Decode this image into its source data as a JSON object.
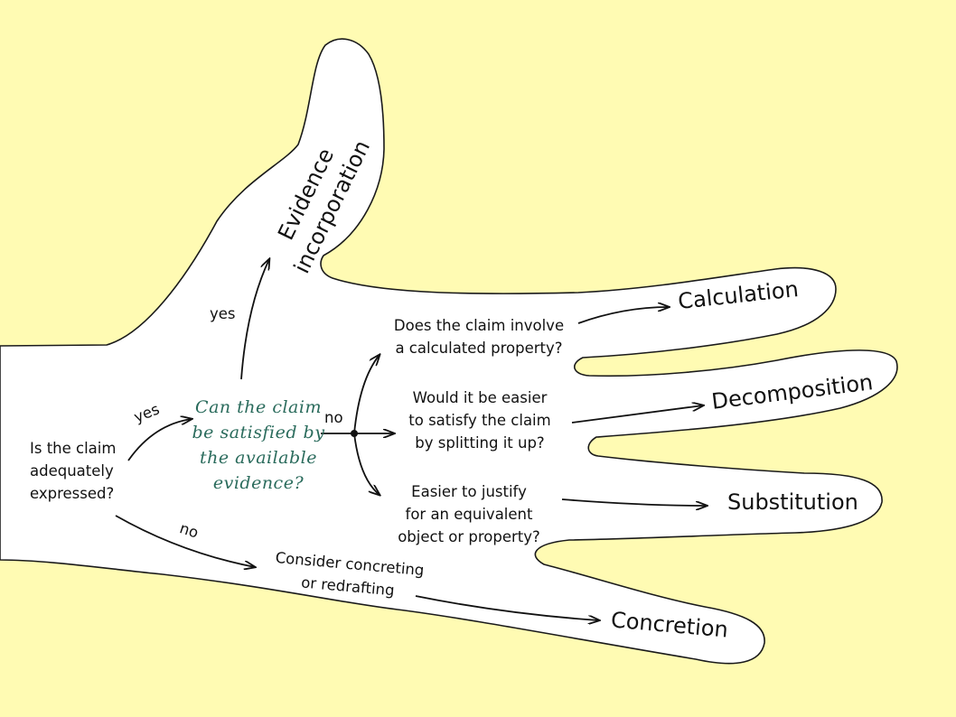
{
  "colors": {
    "background": "#fffbb3",
    "hand_fill": "#ffffff",
    "outline": "#1a1a1a",
    "central_question": "#2a6b5c"
  },
  "questions": {
    "adequately_expressed": [
      "Is the claim",
      "adequately",
      "expressed?"
    ],
    "satisfied_by_evidence": [
      "Can the claim",
      "be satisfied by",
      "the available",
      "evidence?"
    ],
    "calculated_property": [
      "Does the claim involve",
      "a calculated property?"
    ],
    "splitting": [
      "Would it be easier",
      "to satisfy the claim",
      "by splitting it up?"
    ],
    "equivalent": [
      "Easier to justify",
      "for an equivalent",
      "object or property?"
    ],
    "concreting": [
      "Consider concreting",
      "or redrafting"
    ]
  },
  "edge_labels": {
    "yes_first": "yes",
    "no_first": "no",
    "yes_evidence": "yes",
    "no_evidence": "no"
  },
  "outcomes": {
    "evidence": [
      "Evidence",
      "incorporation"
    ],
    "calculation": "Calculation",
    "decomposition": "Decomposition",
    "substitution": "Substitution",
    "concretion": "Concretion"
  }
}
